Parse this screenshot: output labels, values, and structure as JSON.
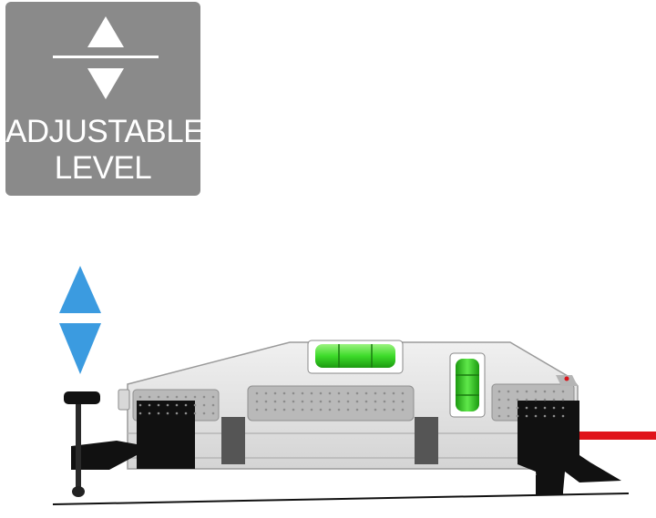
{
  "badge": {
    "line1": "ADJUSTABLE",
    "line2": "LEVEL",
    "background": "#8a8a8a",
    "icon": "up-down-arrows-icon"
  },
  "scene": {
    "device": "laser-level-with-adjustable-foot",
    "accent_arrow_color": "#3b9be0",
    "vial_color": "#3ddc2a",
    "laser_color": "#e0141b",
    "body_color": "#e6e6e6"
  }
}
